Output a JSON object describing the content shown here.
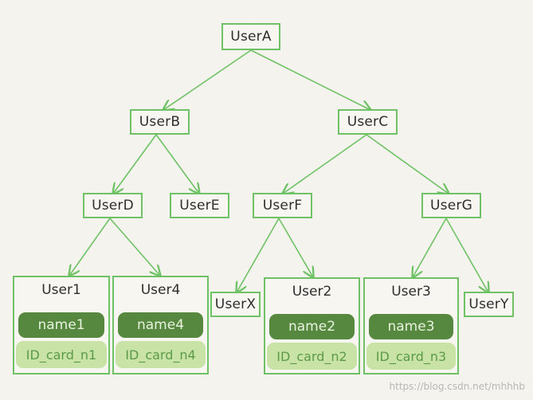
{
  "colors": {
    "edge": "#6ec265",
    "name_pill": "#56893f",
    "id_pill": "#c8e3a5"
  },
  "nodes": {
    "userA": "UserA",
    "userB": "UserB",
    "userC": "UserC",
    "userD": "UserD",
    "userE": "UserE",
    "userF": "UserF",
    "userG": "UserG",
    "userX": "UserX",
    "userY": "UserY"
  },
  "leaves": {
    "user1": {
      "title": "User1",
      "name": "name1",
      "id_card": "ID_card_n1"
    },
    "user4": {
      "title": "User4",
      "name": "name4",
      "id_card": "ID_card_n4"
    },
    "user2": {
      "title": "User2",
      "name": "name2",
      "id_card": "ID_card_n2"
    },
    "user3": {
      "title": "User3",
      "name": "name3",
      "id_card": "ID_card_n3"
    }
  },
  "watermark": "https://blog.csdn.net/mhhhb"
}
